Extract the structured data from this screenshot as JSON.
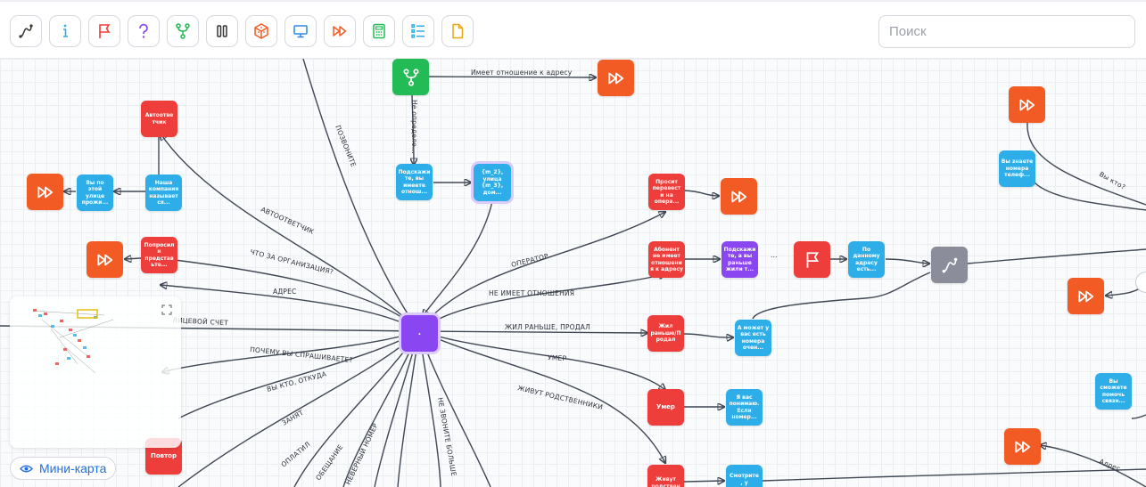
{
  "toolbar": {
    "buttons": [
      {
        "name": "connector-icon",
        "color": "#333333"
      },
      {
        "name": "info-icon",
        "color": "#2eaee9"
      },
      {
        "name": "flag-icon",
        "color": "#ee3e3c"
      },
      {
        "name": "question-icon",
        "color": "#8a46f0"
      },
      {
        "name": "branch-icon",
        "color": "#22bb55"
      },
      {
        "name": "pause-icon",
        "color": "#333333"
      },
      {
        "name": "cube-icon",
        "color": "#f35b24"
      },
      {
        "name": "monitor-icon",
        "color": "#2e86e9"
      },
      {
        "name": "fast-forward-icon",
        "color": "#f35b24"
      },
      {
        "name": "calculator-icon",
        "color": "#22bb55"
      },
      {
        "name": "list-icon",
        "color": "#2eaee9"
      },
      {
        "name": "document-icon",
        "color": "#e6a817"
      }
    ],
    "search_placeholder": "Поиск"
  },
  "nodes": [
    {
      "id": "autoanswer",
      "color": "red",
      "text": "Автоотве тчик"
    },
    {
      "id": "company-name",
      "color": "blue",
      "text": "Наша компания называет ся..."
    },
    {
      "id": "street",
      "color": "blue",
      "text": "Вы по этой улице прожи..."
    },
    {
      "id": "ff-left-top",
      "color": "orange",
      "text": ""
    },
    {
      "id": "apology",
      "color": "red",
      "text": "Попросил и представ ьте..."
    },
    {
      "id": "ff-left-mid",
      "color": "orange",
      "text": ""
    },
    {
      "id": "branch-top",
      "color": "green",
      "text": ""
    },
    {
      "id": "ff-top",
      "color": "orange",
      "text": ""
    },
    {
      "id": "tell-us",
      "color": "blue",
      "text": "Подскажи те, вы имеете отнош..."
    },
    {
      "id": "street-house",
      "color": "blue",
      "text": "{m_2}, улица {m_3}, дом..."
    },
    {
      "id": "ask-transfer",
      "color": "red",
      "text": "Просит перевест и на опера..."
    },
    {
      "id": "ff-operator",
      "color": "orange",
      "text": ""
    },
    {
      "id": "not-related",
      "color": "red",
      "text": "Абонент не имеет отношени я к адресу"
    },
    {
      "id": "lived-before-q",
      "color": "purple",
      "text": "Подскажи те, а вы раньше жили т..."
    },
    {
      "id": "flag-node",
      "color": "red",
      "text": ""
    },
    {
      "id": "this-address",
      "color": "blue",
      "text": "По данному адресу есть..."
    },
    {
      "id": "connector",
      "color": "gray",
      "text": ""
    },
    {
      "id": "lived-sold",
      "color": "red",
      "text": "Жил раньше/П родал"
    },
    {
      "id": "maybe-numbers",
      "color": "blue",
      "text": "А может у вас есть номера очен..."
    },
    {
      "id": "hub",
      "color": "purple",
      "text": "."
    },
    {
      "id": "died",
      "color": "red",
      "text": "Умер"
    },
    {
      "id": "condolences",
      "color": "blue",
      "text": "Я вас понимаю. Если номер..."
    },
    {
      "id": "relatives",
      "color": "red",
      "text": "Живут родствен"
    },
    {
      "id": "look",
      "color": "blue",
      "text": "Смотрите , у ваших..."
    },
    {
      "id": "repeat",
      "color": "red",
      "text": "Повтор"
    },
    {
      "id": "ff-right-top",
      "color": "orange",
      "text": ""
    },
    {
      "id": "phone-number",
      "color": "blue",
      "text": "Вы знаете номера телеф..."
    },
    {
      "id": "ff-right-mid",
      "color": "orange",
      "text": ""
    },
    {
      "id": "help-contact",
      "color": "blue",
      "text": "Вы сможете помочь связи..."
    },
    {
      "id": "ff-right-bot",
      "color": "orange",
      "text": ""
    }
  ],
  "edge_labels": {
    "relation_address": "Имеет отношение к адресу",
    "not_defined": "Не определе...",
    "hang_up": "ПОЗВОНИТЕ",
    "autoanswer": "АВТООТВЕТЧИК",
    "what_org": "ЧТО ЗА ОРГАНИЗАЦИЯ?",
    "address": "АДРЕС",
    "account": "ЛИЦЕВОЙ СЧЕТ",
    "why_ask": "ПОЧЕМУ ВЫ СПРАШИВАЕТЕ?",
    "who_are_you": "ВЫ КТО, ОТКУДА",
    "busy": "ЗАНЯТ",
    "paid": "ОПЛАТИЛ",
    "promise": "ОБЕЩАНИЕ",
    "wrong_number": "НЕВЕРНЫЙ НОМЕР",
    "dont_call": "НЕ ЗВОНИТЕ БОЛЬШЕ",
    "operator": "ОПЕРАТОР",
    "not_related": "НЕ ИМЕЕТ ОТНОШЕНИЯ",
    "lived_before": "ЖИЛ РАНЬШЕ, ПРОДАЛ",
    "died": "УМЕР",
    "relatives_live": "ЖИВУТ РОДСТВЕННИКИ",
    "who_are_you_right": "Вы кто?",
    "address_right": "Адрес",
    "dots": "..."
  },
  "minimap": {
    "toggle_label": "Мини-карта",
    "eye_icon": "eye-icon",
    "expand_icon": "expand-icon"
  }
}
